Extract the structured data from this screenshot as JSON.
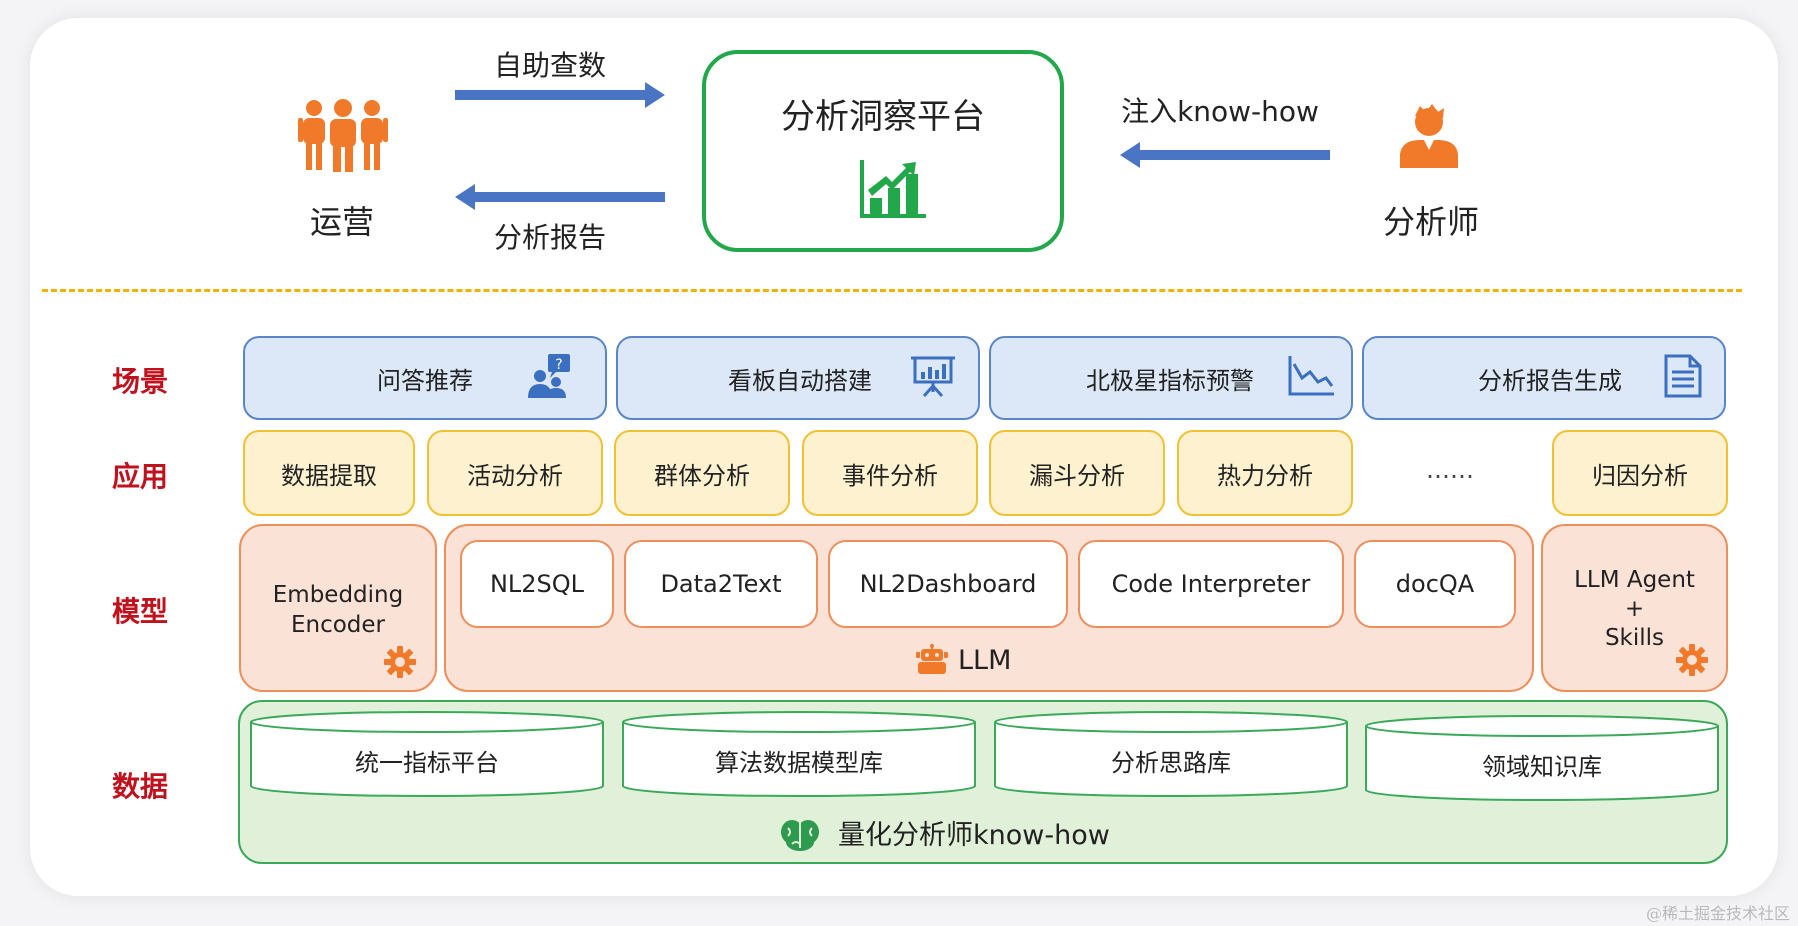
{
  "top": {
    "left_actor": "运营",
    "right_actor": "分析师",
    "arrow_self_query": "自助查数",
    "arrow_report": "分析报告",
    "arrow_inject": "注入know-how",
    "platform_title": "分析洞察平台"
  },
  "rows": {
    "scene": "场景",
    "app": "应用",
    "model": "模型",
    "data": "数据"
  },
  "scenes": [
    "问答推荐",
    "看板自动搭建",
    "北极星指标预警",
    "分析报告生成"
  ],
  "apps": [
    "数据提取",
    "活动分析",
    "群体分析",
    "事件分析",
    "漏斗分析",
    "热力分析",
    "……",
    "归因分析"
  ],
  "models": {
    "left": [
      "Embedding",
      "Encoder"
    ],
    "llm_items": [
      "NL2SQL",
      "Data2Text",
      "NL2Dashboard",
      "Code Interpreter",
      "docQA"
    ],
    "llm_label": "LLM",
    "right": [
      "LLM Agent",
      "+",
      "Skills"
    ]
  },
  "data": {
    "stores": [
      "统一指标平台",
      "算法数据模型库",
      "分析思路库",
      "领域知识库"
    ],
    "footer": "量化分析师know-how"
  },
  "watermark": "@稀土掘金技术社区",
  "colors": {
    "platform_border": "#22a84a",
    "arrow": "#4a74c4",
    "row_label": "#c0121d",
    "scene_fill": "#dce8f7",
    "app_fill": "#fdf1cf",
    "model_fill": "#fbe2d6",
    "data_fill": "#e1f1d9",
    "dash": "#f0b400",
    "actor_orange": "#f07a2a"
  },
  "icons": [
    "people-group-icon",
    "analyst-icon",
    "growth-chart-icon",
    "qa-icon",
    "presentation-board-icon",
    "declining-chart-icon",
    "document-icon",
    "robot-icon",
    "gear-icon",
    "brain-icon"
  ]
}
